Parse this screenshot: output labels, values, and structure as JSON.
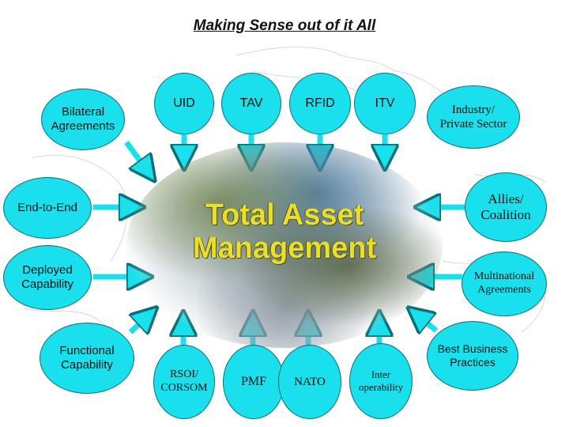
{
  "title": "Making Sense out of it All",
  "center": "Total Asset\nManagement",
  "nodes": {
    "bilateral": "Bilateral\nAgreements",
    "uid": "UID",
    "tav": "TAV",
    "rfid": "RFID",
    "itv": "ITV",
    "industry": "Industry/\nPrivate Sector",
    "end_to_end": "End-to-End",
    "allies": "Allies/\nCoalition",
    "deployed": "Deployed\nCapability",
    "multinational": "Multinational\nAgreements",
    "functional": "Functional\nCapability",
    "rsoi": "RSOI/\nCORSOM",
    "pmf": "PMF",
    "nato": "NATO",
    "inter": "Inter\noperability",
    "best": "Best Business\nPractices"
  },
  "colors": {
    "node_fill": "#19e0ec",
    "arrow": "#19e0ec",
    "center_text": "#e9df2a"
  }
}
